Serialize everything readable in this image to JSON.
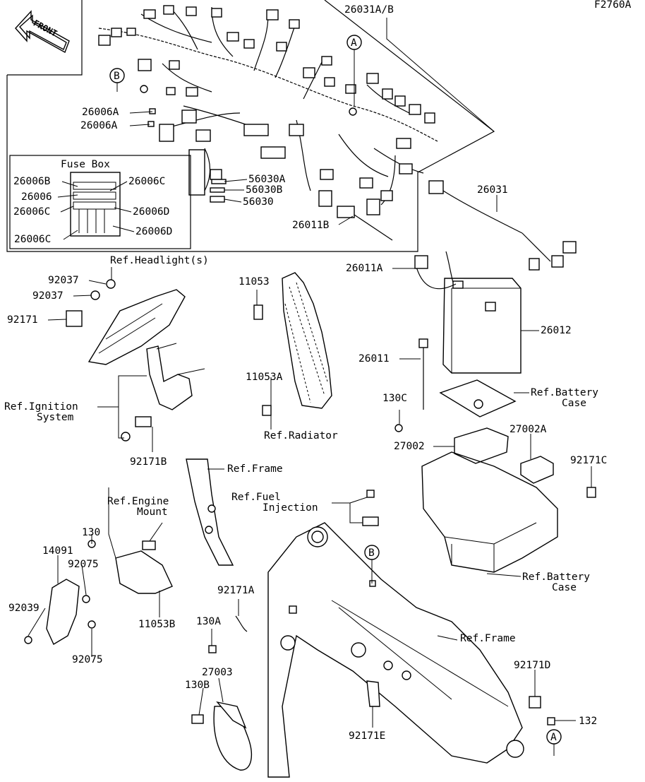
{
  "figure_code": "F2760A",
  "front_label": "FRONT",
  "fuse_box_title": "Fuse Box",
  "callouts": {
    "A": "A",
    "B": "B"
  },
  "labels": {
    "l26031AB": "26031A/B",
    "l26006A_1": "26006A",
    "l26006A_2": "26006A",
    "l26006B": "26006B",
    "l26006C_r": "26006C",
    "l26006": "26006",
    "l26006C_l": "26006C",
    "l26006D_r": "26006D",
    "l26006C_b": "26006C",
    "l26006D_b": "26006D",
    "l56030A": "56030A",
    "l56030B": "56030B",
    "l56030": "56030",
    "l26011B": "26011B",
    "l26031": "26031",
    "l26011A": "26011A",
    "l26012": "26012",
    "l26011": "26011",
    "l130C": "130C",
    "lRefBattery1a": "Ref.Battery",
    "lRefBattery1b": "Case",
    "l27002A": "27002A",
    "l27002": "27002",
    "l92171C": "92171C",
    "lRefBattery2a": "Ref.Battery",
    "lRefBattery2b": "Case",
    "lRefHeadlight": "Ref.Headlight(s)",
    "l92037_1": "92037",
    "l92037_2": "92037",
    "l92171": "92171",
    "lRefIgnition_a": "Ref.Ignition",
    "lRefIgnition_b": "System",
    "l92171B": "92171B",
    "l11053": "11053",
    "l11053A": "11053A",
    "lRefRadiator": "Ref.Radiator",
    "lRefFrame1": "Ref.Frame",
    "lRefFuel_a": "Ref.Fuel",
    "lRefFuel_b": "Injection",
    "lRefEngine_a": "Ref.Engine",
    "lRefEngine_b": "Mount",
    "l130": "130",
    "l14091": "14091",
    "l92075_1": "92075",
    "l92039": "92039",
    "l92075_2": "92075",
    "l11053B": "11053B",
    "l92171A": "92171A",
    "l130A": "130A",
    "l27003": "27003",
    "l130B": "130B",
    "lRefFrame2": "Ref.Frame",
    "l92171D": "92171D",
    "l132": "132",
    "l92171E": "92171E"
  }
}
